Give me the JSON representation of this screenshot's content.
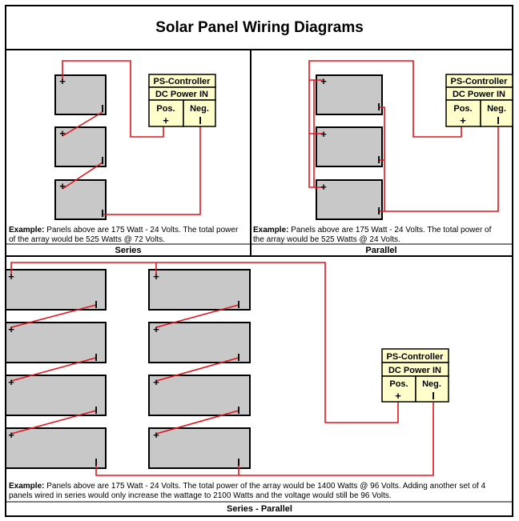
{
  "title": "Solar Panel Wiring Diagrams",
  "controller": {
    "name": "PS-Controller",
    "input": "DC Power IN",
    "pos_label": "Pos.",
    "neg_label": "Neg.",
    "pos_symbol": "+",
    "neg_symbol": "I"
  },
  "panel_symbols": {
    "plus": "+",
    "minus": "I"
  },
  "series": {
    "caption": "Series",
    "example_label": "Example:",
    "example_line1": " Panels above are 175 Watt - 24 Volts.  The total power",
    "example_line2": "of the array would be 525 Watts @ 72 Volts."
  },
  "parallel": {
    "caption": "Parallel",
    "example_label": "Example:",
    "example_line1": " Panels above are 175 Watt - 24 Volts.  The total power of",
    "example_line2": "the array would be 525 Watts @ 24 Volts."
  },
  "series_parallel": {
    "caption": "Series - Parallel",
    "example_label": "Example:",
    "example_line1": " Panels above are 175 Watt - 24 Volts.  The total power of the array would be 1400 Watts @ 96 Volts.  Adding another set of 4",
    "example_line2": "panels wired in series would only increase the wattage to 2100 Watts and the voltage would still be 96 Volts."
  },
  "colors": {
    "wire": "#e0161e",
    "panel": "#c8c8c8",
    "controller": "#ffffcc"
  }
}
